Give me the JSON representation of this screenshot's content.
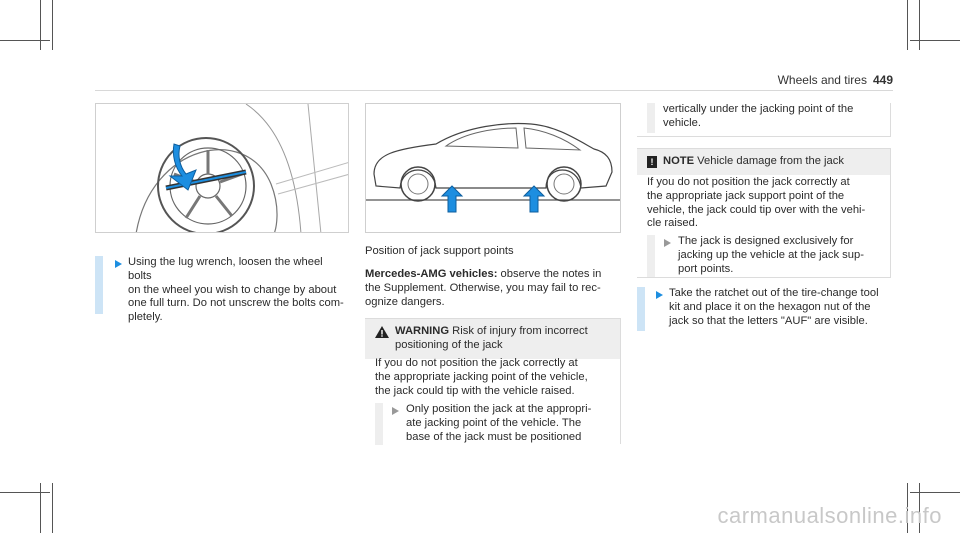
{
  "header": {
    "section": "Wheels and tires",
    "page": "449"
  },
  "col1": {
    "step": "Using the lug wrench, loosen the wheel bolts on the wheel you wish to change by about one full turn. Do not unscrew the bolts com-pletely.",
    "lines": [
      "Using the lug wrench, loosen the wheel bolts",
      "on the wheel you wish to change by about",
      "one full turn. Do not unscrew the bolts com-",
      "pletely."
    ]
  },
  "col2": {
    "caption": "Position of jack support points",
    "amg_label": "Mercedes-AMG vehicles:",
    "amg_lines": [
      " observe the notes in",
      "the Supplement. Otherwise, you may fail to rec-",
      "ognize dangers."
    ],
    "warning": {
      "title": "WARNING",
      "title_lines": [
        " Risk of injury from incorrect",
        "positioning of the jack"
      ],
      "body_lines": [
        "If you do not position the jack correctly at",
        "the appropriate jacking point of the vehicle,",
        "the jack could tip with the vehicle raised."
      ],
      "step_lines": [
        "Only position the jack at the appropri-",
        "ate jacking point of the vehicle. The",
        "base of the jack must be positioned"
      ]
    }
  },
  "col3": {
    "cont_lines": [
      "vertically under the jacking point of the",
      "vehicle."
    ],
    "note": {
      "title": "NOTE",
      "title_rest": " Vehicle damage from the jack",
      "icon": "!",
      "body_lines": [
        "If you do not position the jack correctly at",
        "the appropriate jack support point of the",
        "vehicle, the jack could tip over with the vehi-",
        "cle raised."
      ],
      "step_lines": [
        "The jack is designed exclusively for",
        "jacking up the vehicle at the jack sup-",
        "port points."
      ]
    },
    "step_lines": [
      "Take the ratchet out of the tire-change tool",
      "kit and place it on the hexagon nut of the",
      "jack so that the letters \"AUF\" are visible."
    ]
  },
  "watermark": "carmanualsonline.info",
  "colors": {
    "accent": "#1d8ee0",
    "bar": "#cde4f6",
    "box_head": "#eeeeee"
  }
}
